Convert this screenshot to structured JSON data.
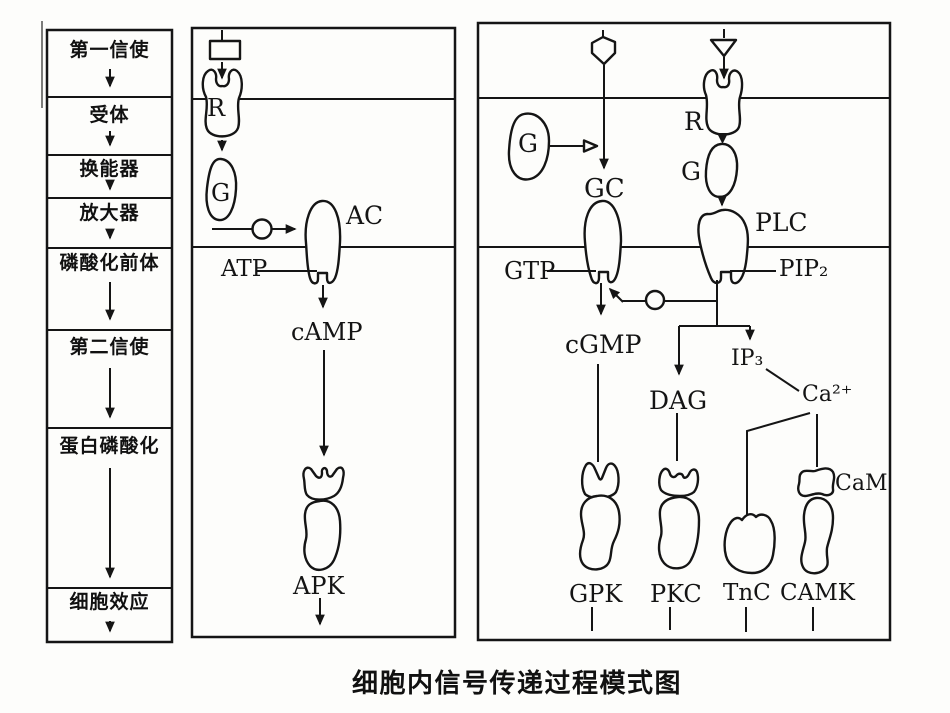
{
  "caption": "细胞内信号传递过程模式图",
  "colors": {
    "ink": "#151515",
    "paper": "#fdfdfb"
  },
  "left_column": {
    "steps": [
      "第一信使",
      "受体",
      "换能器",
      "放大器",
      "磷酸化前体",
      "第二信使",
      "蛋白磷酸化",
      "细胞效应"
    ]
  },
  "middle_panel": {
    "receptor": "R",
    "g_protein": "G",
    "effector": "AC",
    "substrate": "ATP",
    "second_messenger": "cAMP",
    "kinase": "APK"
  },
  "right_panel": {
    "free_g_protein": "G",
    "gc_branch": {
      "effector": "GC",
      "substrate": "GTP",
      "second_messenger": "cGMP",
      "kinase": "GPK"
    },
    "plc_branch": {
      "receptor": "R",
      "g_protein": "G",
      "effector": "PLC",
      "substrate": "PIP₂",
      "dag": "DAG",
      "ip3": "IP₃",
      "calcium": "Ca²⁺",
      "calmodulin": "CaM",
      "pkc": "PKC",
      "tnc": "TnC",
      "camk": "CAMK"
    }
  }
}
